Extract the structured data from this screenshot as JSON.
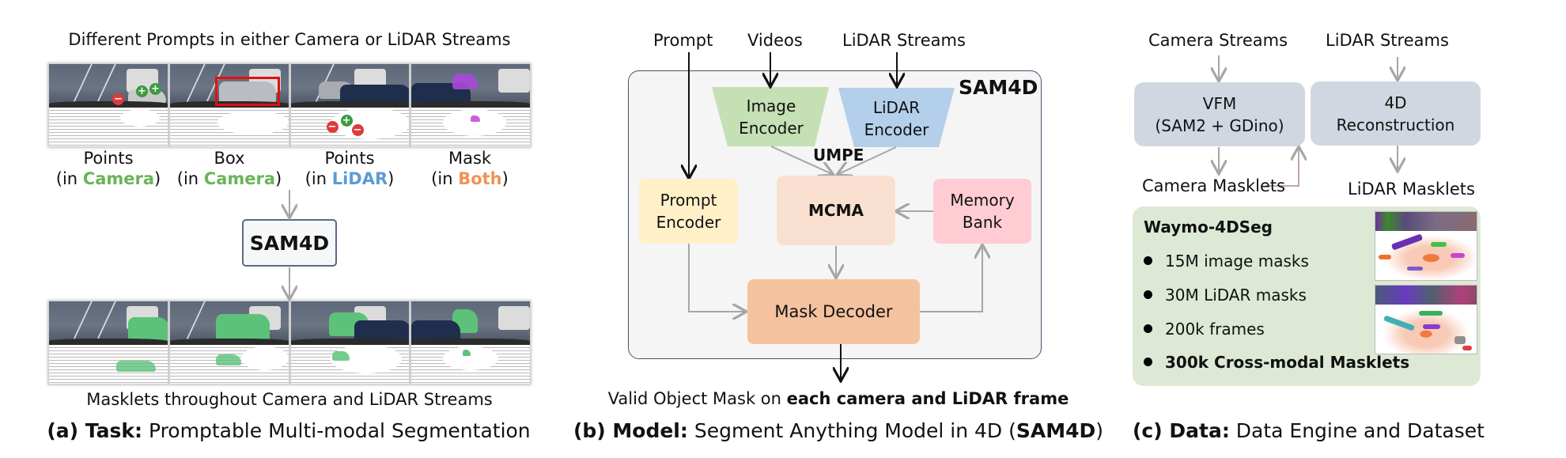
{
  "panel_a": {
    "top_heading": "Different Prompts in either Camera or LiDAR Streams",
    "prompt_types": [
      {
        "type": "Points",
        "prefix": "(in ",
        "modality": "Camera",
        "suffix": ")",
        "color": "#6ab45a"
      },
      {
        "type": "Box",
        "prefix": "(in ",
        "modality": "Camera",
        "suffix": ")",
        "color": "#6ab45a"
      },
      {
        "type": "Points",
        "prefix": "(in ",
        "modality": "LiDAR",
        "suffix": ")",
        "color": "#5b9bd5"
      },
      {
        "type": "Mask",
        "prefix": "(in ",
        "modality": "Both",
        "suffix": ")",
        "color": "#ef9358"
      }
    ],
    "model_box": "SAM4D",
    "bottom_heading": "Masklets throughout Camera and LiDAR Streams",
    "title_prefix": "(a) Task:",
    "title_text": "Promptable Multi-modal Segmentation",
    "point_markers": {
      "positive": "+",
      "negative": "−"
    }
  },
  "panel_b": {
    "inputs": {
      "prompt": "Prompt",
      "videos": "Videos",
      "lidar": "LiDAR Streams"
    },
    "frame_label": "SAM4D",
    "image_encoder": [
      "Image",
      "Encoder"
    ],
    "lidar_encoder": [
      "LiDAR",
      "Encoder"
    ],
    "umpe": "UMPE",
    "prompt_encoder": [
      "Prompt",
      "Encoder"
    ],
    "mcma": "MCMA",
    "memory_bank": [
      "Memory",
      "Bank"
    ],
    "mask_decoder": "Mask Decoder",
    "output_plain": "Valid Object Mask on ",
    "output_bold": "each camera and LiDAR frame",
    "title_prefix": "(b) Model:",
    "title_text": "Segment Anything Model in 4D (",
    "title_bold": "SAM4D",
    "title_end": ")"
  },
  "panel_c": {
    "camera_streams": "Camera Streams",
    "lidar_streams": "LiDAR Streams",
    "vfm": [
      "VFM",
      "(SAM2 + GDino)"
    ],
    "recon": [
      "4D",
      "Reconstruction"
    ],
    "camera_masklets": "Camera Masklets",
    "lidar_masklets": "LiDAR Masklets",
    "dataset_name": "Waymo-4DSeg",
    "stats": [
      {
        "text": "15M image masks",
        "bold": false
      },
      {
        "text": "30M LiDAR masks",
        "bold": false
      },
      {
        "text": "200k frames",
        "bold": false
      },
      {
        "text": "300k Cross-modal Masklets",
        "bold": true
      }
    ],
    "title_prefix": "(c) Data:",
    "title_text": "Data Engine and Dataset"
  },
  "colors": {
    "image_encoder": "#c5e0b4",
    "lidar_encoder": "#b4cfea",
    "prompt_encoder": "#fff0c8",
    "mcma": "#f9dfcf",
    "memory_bank": "#ffccd3",
    "mask_decoder": "#f5c2a0",
    "engine_box": "#d1d7e0",
    "dataset_box": "#dde9d5",
    "mask_green": "#5cc27a",
    "mask_purple": "#a64ad6"
  }
}
